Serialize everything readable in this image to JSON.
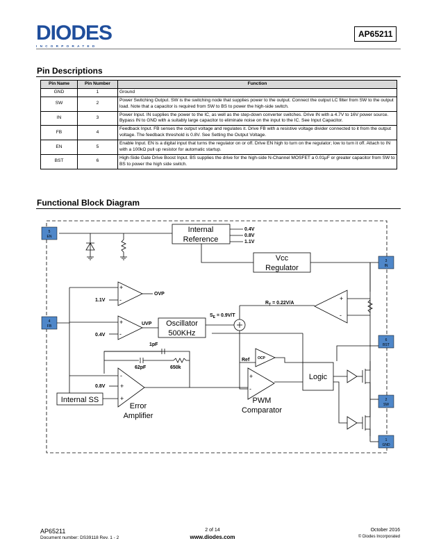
{
  "header": {
    "logo_text": "DIODES",
    "logo_sub": "INCORPORATED",
    "part_number": "AP65211"
  },
  "pin_descriptions": {
    "title": "Pin Descriptions",
    "columns": [
      "Pin Name",
      "Pin Number",
      "Function"
    ],
    "rows": [
      {
        "name": "GND",
        "number": "1",
        "function": "Ground"
      },
      {
        "name": "SW",
        "number": "2",
        "function": "Power Switching Output. SW is the switching node that supplies power to the output. Connect the output LC filter from SW to the output load. Note that a capacitor is required from SW to BS to power the high-side switch."
      },
      {
        "name": "IN",
        "number": "3",
        "function": "Power Input. IN supplies the power to the IC, as well as the step-down converter switches. Drive IN with a 4.7V to 16V power source. Bypass IN to GND with a suitably large capacitor to eliminate noise on the input to the IC. See Input Capacitor."
      },
      {
        "name": "FB",
        "number": "4",
        "function": "Feedback Input. FB senses the output voltage and regulates it. Drive FB with a resistive voltage divider connected to it from the output voltage. The feedback threshold is 0.8V. See Setting the Output Voltage."
      },
      {
        "name": "EN",
        "number": "5",
        "function": "Enable Input. EN is a digital input that turns the regulator on or off. Drive EN high to turn on the regulator; low to turn it off. Attach to IN with a 100kΩ pull up resistor for automatic startup."
      },
      {
        "name": "BST",
        "number": "6",
        "function": "High-Side Gate Drive Boost Input. BS supplies the drive for the high-side N-Channel MOSFET a 0.01µF or greater capacitor from SW to BS to power the high side switch."
      }
    ]
  },
  "block_diagram": {
    "title": "Functional Block Diagram",
    "pins": {
      "en": {
        "num": "5",
        "name": "EN"
      },
      "fb": {
        "num": "4",
        "name": "FB"
      },
      "in": {
        "num": "3",
        "name": "IN"
      },
      "bst": {
        "num": "6",
        "name": "BST"
      },
      "sw": {
        "num": "2",
        "name": "SW"
      },
      "gnd": {
        "num": "1",
        "name": "GND"
      }
    },
    "internal_reference": [
      "Internal",
      "Reference"
    ],
    "ref_voltages": [
      "0.4V",
      "0.8V",
      "1.1V"
    ],
    "vcc_regulator": [
      "Vcc",
      "Regulator"
    ],
    "oscillator": [
      "Oscillator",
      "500KHz"
    ],
    "ovp_label": "OVP",
    "ovp_ref": "1.1V",
    "uvp_label": "UVP",
    "uvp_ref": "0.4V",
    "ea_ref": "0.8V",
    "se_label": "S",
    "se_sub": "E",
    "se_value": " = 0.9V/T",
    "rt_label": "R",
    "rt_sub": "T",
    "rt_value": " = 0.22V/A",
    "cap_1pf": "1pF",
    "cap_62pf": "62pF",
    "res_650k": "650k",
    "ref_label": "Ref",
    "ocp_label": "OCP",
    "logic_label": "Logic",
    "internal_ss": "Internal SS",
    "error_amp": [
      "Error",
      "Amplifier"
    ],
    "pwm_comp": [
      "PWM",
      "Comparator"
    ]
  },
  "footer": {
    "part": "AP65211",
    "doc": "Document number: DS39118 Rev. 1 - 2",
    "page": "2 of 14",
    "url": "www.diodes.com",
    "date": "October 2016",
    "copyright": "© Diodes Incorporated"
  }
}
